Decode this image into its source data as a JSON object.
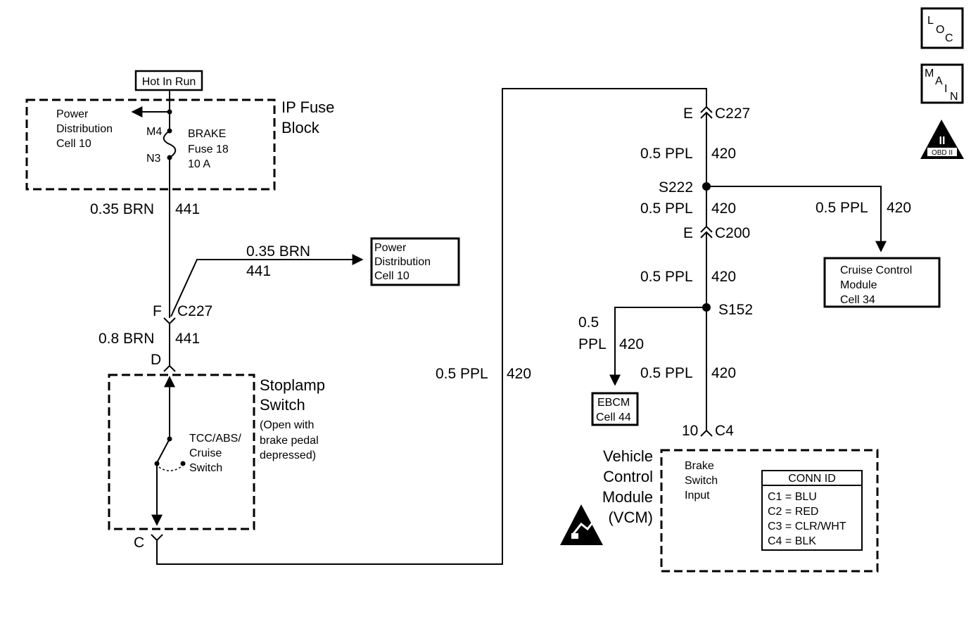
{
  "side_icons": {
    "loc": [
      "L",
      "O",
      "C"
    ],
    "main": [
      "M",
      "A",
      "I",
      "N"
    ],
    "obd_numeral": "II",
    "obd_label": "OBD II"
  },
  "fuse_block": {
    "hot_in_run": "Hot In Run",
    "title": [
      "IP Fuse",
      "Block"
    ],
    "pd_note": [
      "Power",
      "Distribution",
      "Cell 10"
    ],
    "pin_top": "M4",
    "pin_bottom": "N3",
    "fuse": [
      "BRAKE",
      "Fuse 18",
      "10 A"
    ]
  },
  "left_circuit": {
    "wire1": [
      "0.35 BRN",
      "441"
    ],
    "branch_wire": [
      "0.35 BRN",
      "441"
    ],
    "pd_box": [
      "Power",
      "Distribution",
      "Cell 10"
    ],
    "conn_f": [
      "F",
      "C227"
    ],
    "wire2": [
      "0.8 BRN",
      "441"
    ],
    "conn_d": "D",
    "conn_c": "C"
  },
  "stoplamp": {
    "title": [
      "Stoplamp",
      "Switch"
    ],
    "note": [
      "(Open with",
      "brake pedal",
      "depressed)"
    ],
    "switch_label": [
      "TCC/ABS/",
      "Cruise",
      "Switch"
    ]
  },
  "mid_wire": [
    "0.5 PPL",
    "420"
  ],
  "right_circuit": {
    "conn_e1": [
      "E",
      "C227"
    ],
    "wire_a": [
      "0.5 PPL",
      "420"
    ],
    "splice1": "S222",
    "wire_b": [
      "0.5 PPL",
      "420"
    ],
    "cruise_wire": [
      "0.5 PPL",
      "420"
    ],
    "cruise_box": [
      "Cruise Control",
      "Module",
      "Cell 34"
    ],
    "conn_e2": [
      "E",
      "C200"
    ],
    "wire_c": [
      "0.5 PPL",
      "420"
    ],
    "splice2": "S152",
    "ebcm_wire": [
      "0.5",
      "PPL",
      "420"
    ],
    "ebcm_box": [
      "EBCM",
      "Cell 44"
    ],
    "wire_d": [
      "0.5 PPL",
      "420"
    ],
    "conn_vcm": [
      "10",
      "C4"
    ]
  },
  "vcm": {
    "title": [
      "Vehicle",
      "Control",
      "Module",
      "(VCM)"
    ],
    "input": [
      "Brake",
      "Switch",
      "Input"
    ],
    "conn_id_title": "CONN ID",
    "conn_id": [
      "C1  =  BLU",
      "C2  =  RED",
      "C3  =  CLR/WHT",
      "C4  =  BLK"
    ]
  }
}
